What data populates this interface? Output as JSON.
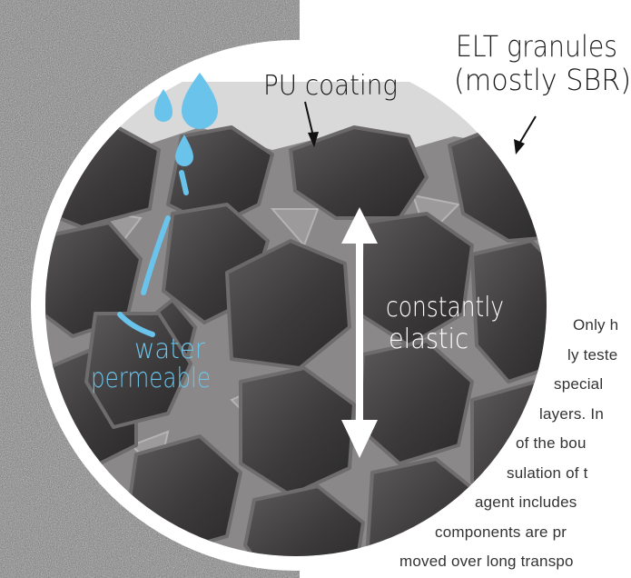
{
  "labels": {
    "pu_coating": "PU coating",
    "elt_line1": "ELT granules",
    "elt_line2": "(mostly SBR)",
    "elastic_line1": "constantly",
    "elastic_line2": "elastic",
    "water_line1": "water",
    "water_line2": "permeable"
  },
  "body_text": [
    "Only h",
    "ly teste",
    "special",
    "layers. In",
    "of the bou",
    "sulation of t",
    "agent includes",
    "components are pr",
    "moved over long transpo"
  ],
  "colors": {
    "water": "#6ac3ea",
    "granule_dark": "#3a3838",
    "granule_light": "#5a5858",
    "binder": "#8a8888",
    "coating": "#d9d9d9",
    "text": "#1a1a1a"
  }
}
